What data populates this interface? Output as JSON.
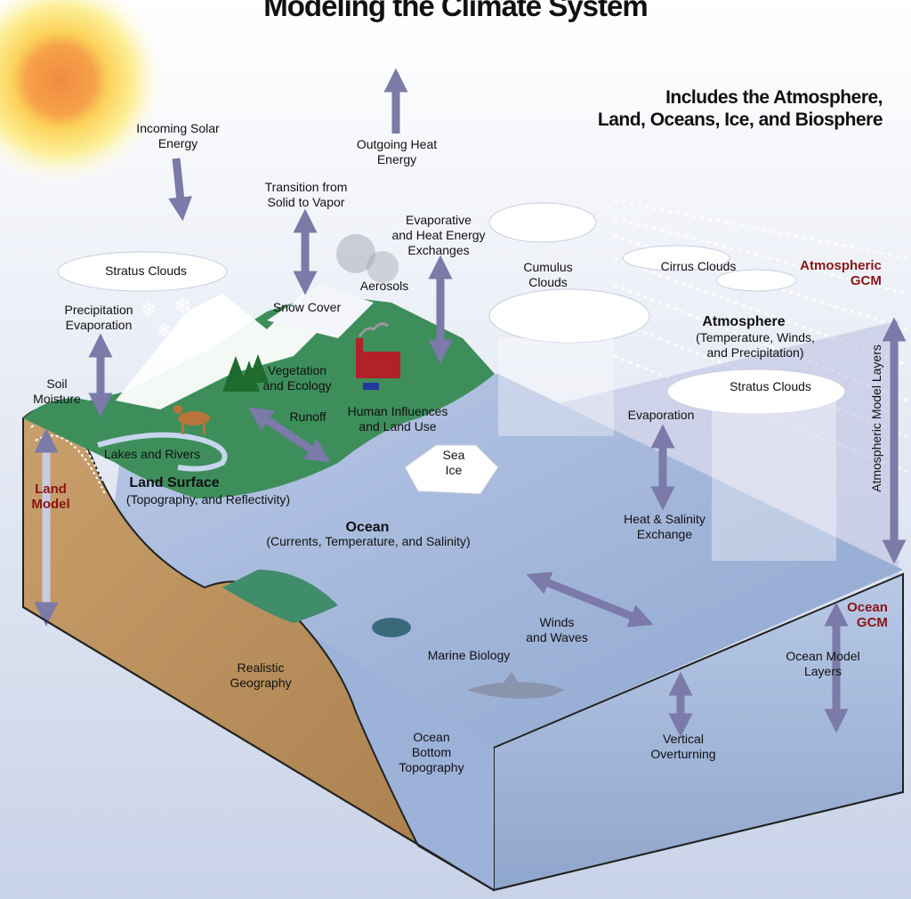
{
  "title": "Modeling the Climate System",
  "subtitle": "Includes the Atmosphere,\nLand, Oceans, Ice, and Biosphere",
  "colors": {
    "sky_top": "#dfe4ef",
    "sky_bottom": "#f3f5fa",
    "ocean": "#9fb3d6",
    "ocean_side": "#a9bde0",
    "land_green": "#3f8f5c",
    "soil": "#b48a5a",
    "arrow": "#7b7aa8",
    "accent_red": "#8b1414",
    "sun_core": "#f39a45",
    "sun_glow": "#fdea7a"
  },
  "labels": {
    "incoming_solar": "Incoming Solar\nEnergy",
    "outgoing_heat": "Outgoing Heat\nEnergy",
    "transition": "Transition from\nSolid to Vapor",
    "evaporative": "Evaporative\nand Heat Energy\nExchanges",
    "stratus_left": "Stratus Clouds",
    "precip_evap": "Precipitation\nEvaporation",
    "snow_cover": "Snow Cover",
    "aerosols": "Aerosols",
    "cumulus": "Cumulus\nClouds",
    "cirrus": "Cirrus Clouds",
    "atm_gcm": "Atmospheric\nGCM",
    "atmosphere": "Atmosphere",
    "atmosphere_sub": "(Temperature, Winds,\nand Precipitation)",
    "stratus_right": "Stratus Clouds",
    "soil_moisture": "Soil\nMoisture",
    "vegetation": "Vegetation\nand Ecology",
    "runoff": "Runoff",
    "human": "Human Influences\nand Land Use",
    "evaporation": "Evaporation",
    "lakes": "Lakes and Rivers",
    "sea_ice": "Sea\nIce",
    "land_model": "Land\nModel",
    "land_surface": "Land Surface",
    "land_surface_sub": "(Topography, and Reflectivity)",
    "heat_salinity": "Heat & Salinity\nExchange",
    "ocean": "Ocean",
    "ocean_sub": "(Currents, Temperature, and Salinity)",
    "atm_layers": "Atmospheric Model Layers",
    "ocean_gcm": "Ocean\nGCM",
    "winds_waves": "Winds\nand Waves",
    "marine_bio": "Marine Biology",
    "ocean_layers": "Ocean Model\nLayers",
    "geography": "Realistic\nGeography",
    "ocean_bottom": "Ocean\nBottom\nTopography",
    "vertical_overturning": "Vertical\nOverturning"
  }
}
